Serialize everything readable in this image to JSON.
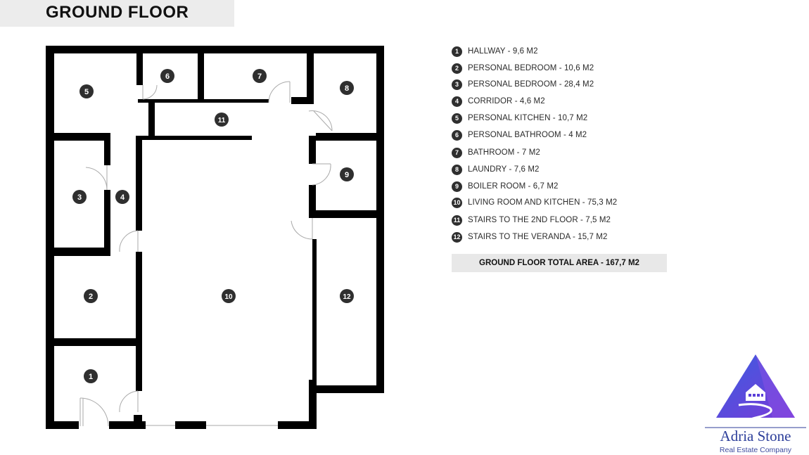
{
  "page": {
    "title": "GROUND FLOOR"
  },
  "rooms": [
    {
      "number": "1",
      "name": "HALLWAY - 9,6 M2"
    },
    {
      "number": "2",
      "name": "PERSONAL BEDROOM - 10,6 M2"
    },
    {
      "number": "3",
      "name": "PERSONAL BEDROOM - 28,4 M2"
    },
    {
      "number": "4",
      "name": "CORRIDOR - 4,6 M2"
    },
    {
      "number": "5",
      "name": "PERSONAL KITCHEN - 10,7 M2"
    },
    {
      "number": "6",
      "name": "PERSONAL BATHROOM - 4 M2"
    },
    {
      "number": "7",
      "name": "BATHROOM - 7 M2"
    },
    {
      "number": "8",
      "name": "LAUNDRY - 7,6 M2"
    },
    {
      "number": "9",
      "name": "BOILER ROOM - 6,7 M2"
    },
    {
      "number": "10",
      "name": "LIVING ROOM AND KITCHEN - 75,3 M2"
    },
    {
      "number": "11",
      "name": "STAIRS TO THE 2ND FLOOR - 7,5 M2"
    },
    {
      "number": "12",
      "name": "STAIRS TO THE VERANDA - 15,7 M2"
    }
  ],
  "total": {
    "label": "GROUND FLOOR TOTAL AREA - 167,7 M2"
  },
  "logo": {
    "name": "Adria Stone",
    "tagline": "Real Estate Company",
    "icon": "house-triangle-icon"
  },
  "colors": {
    "wall": "#000000",
    "badge": "#2f2f2f",
    "logo_primary": "#5a3fd8",
    "logo_accent": "#2c3e9a"
  }
}
